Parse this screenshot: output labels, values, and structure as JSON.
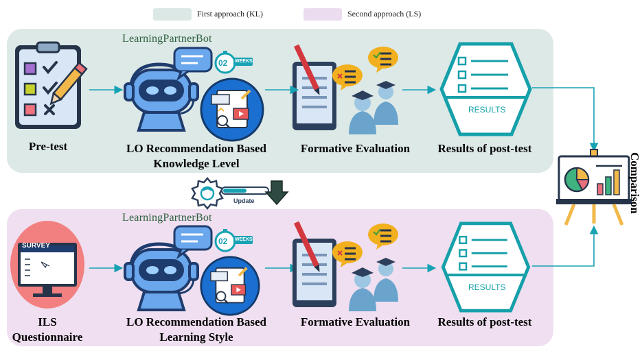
{
  "legend": [
    {
      "label": "First approach (KL)",
      "color": "#dce8e6"
    },
    {
      "label": "Second approach (LS)",
      "color": "#ecdcef"
    }
  ],
  "panel_colors": {
    "first": "#dde9e7",
    "second": "#efdff0"
  },
  "first": {
    "bot_title": "LearningPartnerBot",
    "weeks_number": "02",
    "weeks_label": "WEEKS",
    "step1": "Pre-test",
    "step2_line1": "LO Recommendation Based",
    "step2_line2": "Knowledge Level",
    "step3": "Formative Evaluation",
    "step4": "Results of post-test",
    "results_label": "RESULTS"
  },
  "update_label": "Update",
  "second": {
    "bot_title": "LearningPartnerBot",
    "weeks_number": "02",
    "weeks_label": "WEEKS",
    "survey_label": "SURVEY",
    "step1_line1": "ILS",
    "step1_line2": "Questionnaire",
    "step2_line1": "LO Recommendation Based",
    "step2_line2": "Learning Style",
    "step3": "Formative Evaluation",
    "step4": "Results of post-test",
    "results_label": "RESULTS"
  },
  "comparison_label": "Comparison",
  "accent": "#17a2b4"
}
